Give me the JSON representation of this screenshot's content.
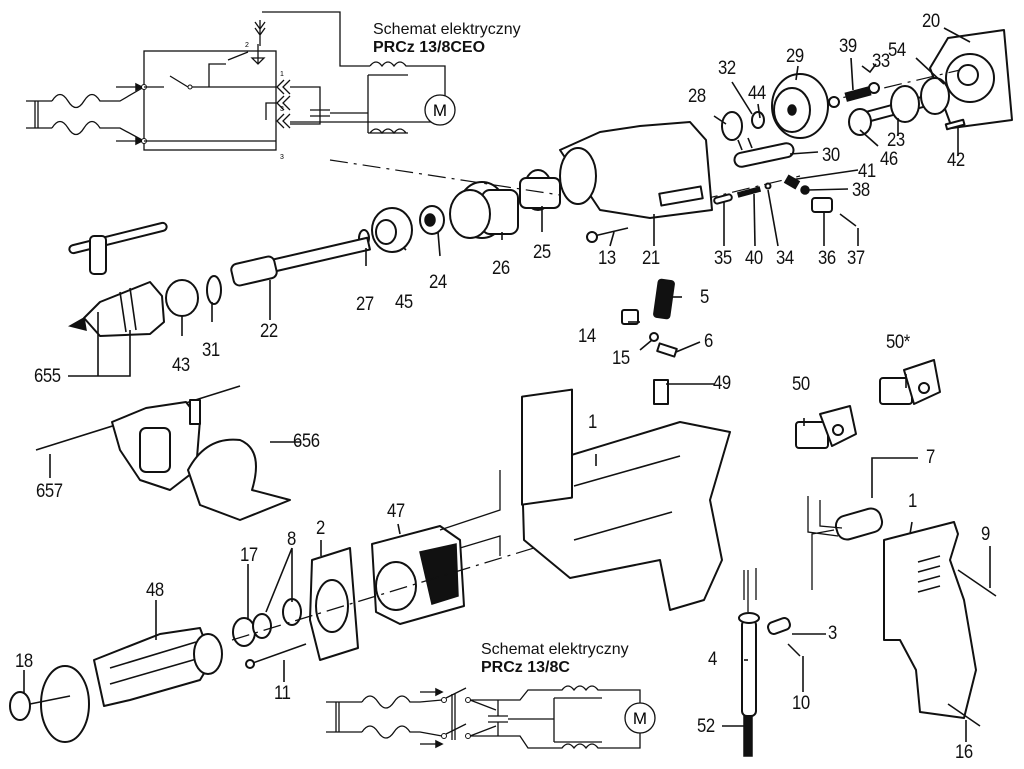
{
  "schematics": [
    {
      "title": "Schemat elektryczny",
      "model": "PRCz 13/8CEO",
      "terminal_labels": [
        "2",
        "1",
        "3",
        "3"
      ],
      "motor_symbol": "M"
    },
    {
      "title": "Schemat elektryczny",
      "model": "PRCz 13/8C",
      "motor_symbol": "M"
    }
  ],
  "part_labels": {
    "p20": "20",
    "p54": "54",
    "p39": "39",
    "p33": "33",
    "p29": "29",
    "p32": "32",
    "p44": "44",
    "p28": "28",
    "p23": "23",
    "p46": "46",
    "p42": "42",
    "p30": "30",
    "p41": "41",
    "p38": "38",
    "p13": "13",
    "p21": "21",
    "p35": "35",
    "p40": "40",
    "p34": "34",
    "p36": "36",
    "p37": "37",
    "p26": "26",
    "p25": "25",
    "p24": "24",
    "p45": "45",
    "p27": "27",
    "p22": "22",
    "p31": "31",
    "p43": "43",
    "p655": "655",
    "p5": "5",
    "p14": "14",
    "p15": "15",
    "p6": "6",
    "p49": "49",
    "p50a": "50*",
    "p50b": "50",
    "p1a": "1",
    "p7": "7",
    "p1b": "1",
    "p9": "9",
    "p656": "656",
    "p657": "657",
    "p2": "2",
    "p47": "47",
    "p17": "17",
    "p8": "8",
    "p48": "48",
    "p18": "18",
    "p11": "11",
    "p3": "3",
    "p4": "4",
    "p10": "10",
    "p52": "52",
    "p16": "16"
  }
}
